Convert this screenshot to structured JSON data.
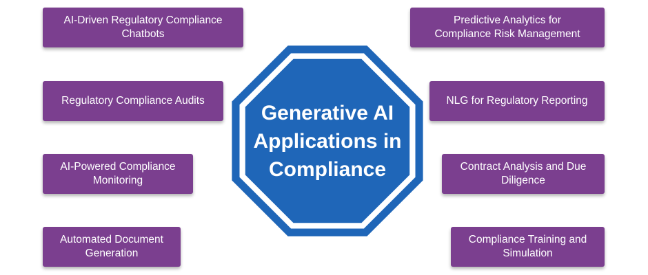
{
  "center": {
    "title_lines": [
      "Generative AI",
      "Applications in",
      "Compliance"
    ]
  },
  "left_items": [
    {
      "lines": [
        "AI-Driven Regulatory Compliance",
        "Chatbots"
      ]
    },
    {
      "lines": [
        "Regulatory Compliance Audits"
      ]
    },
    {
      "lines": [
        "AI-Powered Compliance",
        "Monitoring"
      ]
    },
    {
      "lines": [
        "Automated Document",
        "Generation"
      ]
    }
  ],
  "right_items": [
    {
      "lines": [
        "Predictive Analytics for",
        "Compliance Risk Management"
      ]
    },
    {
      "lines": [
        "NLG for Regulatory Reporting"
      ]
    },
    {
      "lines": [
        "Contract Analysis and Due",
        "Diligence"
      ]
    },
    {
      "lines": [
        "Compliance Training and",
        "Simulation"
      ]
    }
  ],
  "colors": {
    "box_fill": "#7b3f8f",
    "octagon_fill": "#1f66b8",
    "octagon_ring": "#ffffff",
    "text": "#ffffff"
  }
}
